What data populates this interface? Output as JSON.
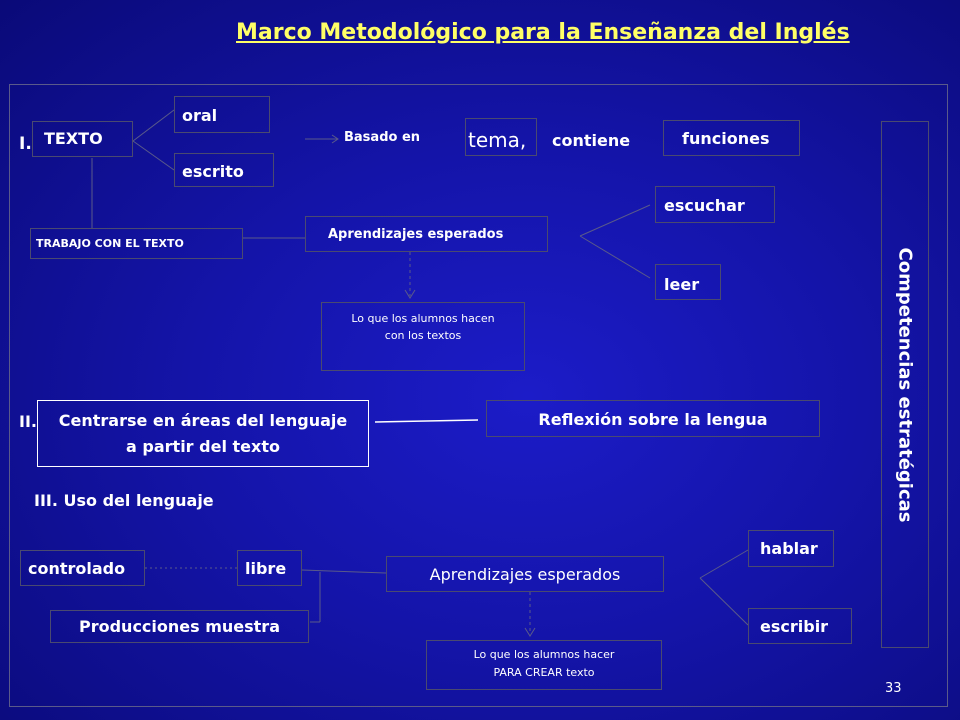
{
  "title": "Marco Metodológico para la Enseñanza del Inglés",
  "section1": {
    "numeral": "I.",
    "texto": "TEXTO",
    "oral": "oral",
    "escrito": "escrito",
    "basado_en": "Basado en",
    "tema": "tema,",
    "contiene": "contiene",
    "funciones": "funciones",
    "trabajo": "TRABAJO CON EL TEXTO",
    "aprendizajes": "Aprendizajes esperados",
    "escuchar": "escuchar",
    "leer": "leer",
    "lo_que_1": "Lo que los alumnos hacen",
    "lo_que_2": "con los textos"
  },
  "section2": {
    "numeral": "II.",
    "centrarse_1": "Centrarse en áreas del lenguaje",
    "centrarse_2": "a partir del texto",
    "reflexion": "Reflexión sobre la lengua"
  },
  "section3": {
    "heading": "III.  Uso del lenguaje",
    "controlado": "controlado",
    "libre": "libre",
    "aprendizajes": "Aprendizajes esperados",
    "hablar": "hablar",
    "escribir": "escribir",
    "producciones": "Producciones muestra",
    "lo_que_1": "Lo que los alumnos hacer",
    "lo_que_2": "PARA CREAR texto"
  },
  "side_label": "Competencias estratégicas",
  "page_number": "33",
  "colors": {
    "background": "#1414a8",
    "title": "#ffff66",
    "text": "#ffffff",
    "box_border": "#4a4a70"
  }
}
